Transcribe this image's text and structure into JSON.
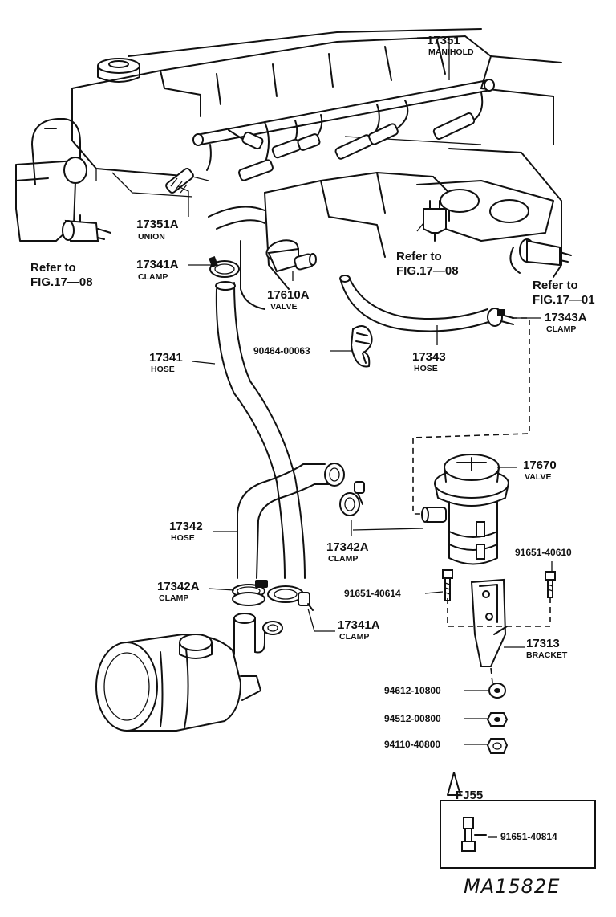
{
  "parts": {
    "p17351": {
      "number": "17351",
      "name": "MANIHOLD"
    },
    "p17351a": {
      "number": "17351A",
      "name": "UNION"
    },
    "p17341a_top": {
      "number": "17341A",
      "name": "CLAMP"
    },
    "p17610a": {
      "number": "17610A",
      "name": "VALVE"
    },
    "p17343a": {
      "number": "17343A",
      "name": "CLAMP"
    },
    "p17343": {
      "number": "17343",
      "name": "HOSE"
    },
    "p17341": {
      "number": "17341",
      "name": "HOSE"
    },
    "p90464": {
      "number": "90464-00063"
    },
    "p17670": {
      "number": "17670",
      "name": "VALVE"
    },
    "p17342": {
      "number": "17342",
      "name": "HOSE"
    },
    "p17342a_mid": {
      "number": "17342A",
      "name": "CLAMP"
    },
    "p17342a_low": {
      "number": "17342A",
      "name": "CLAMP"
    },
    "p17341a_low": {
      "number": "17341A",
      "name": "CLAMP"
    },
    "p91651_40610": {
      "number": "91651-40610"
    },
    "p91651_40614": {
      "number": "91651-40614"
    },
    "p17313": {
      "number": "17313",
      "name": "BRACKET"
    },
    "p94612": {
      "number": "94612-10800"
    },
    "p94512": {
      "number": "94512-00800"
    },
    "p94110": {
      "number": "94110-40800"
    },
    "p91651_40814": {
      "number": "91651-40814"
    }
  },
  "refs": {
    "left": {
      "line1": "Refer to",
      "line2": "FIG.17—08"
    },
    "center": {
      "line1": "Refer to",
      "line2": "FIG.17—08"
    },
    "right": {
      "line1": "Refer to",
      "line2": "FIG.17—01"
    }
  },
  "variant": {
    "label": "FJ55"
  },
  "figure_id": "MA1582E"
}
